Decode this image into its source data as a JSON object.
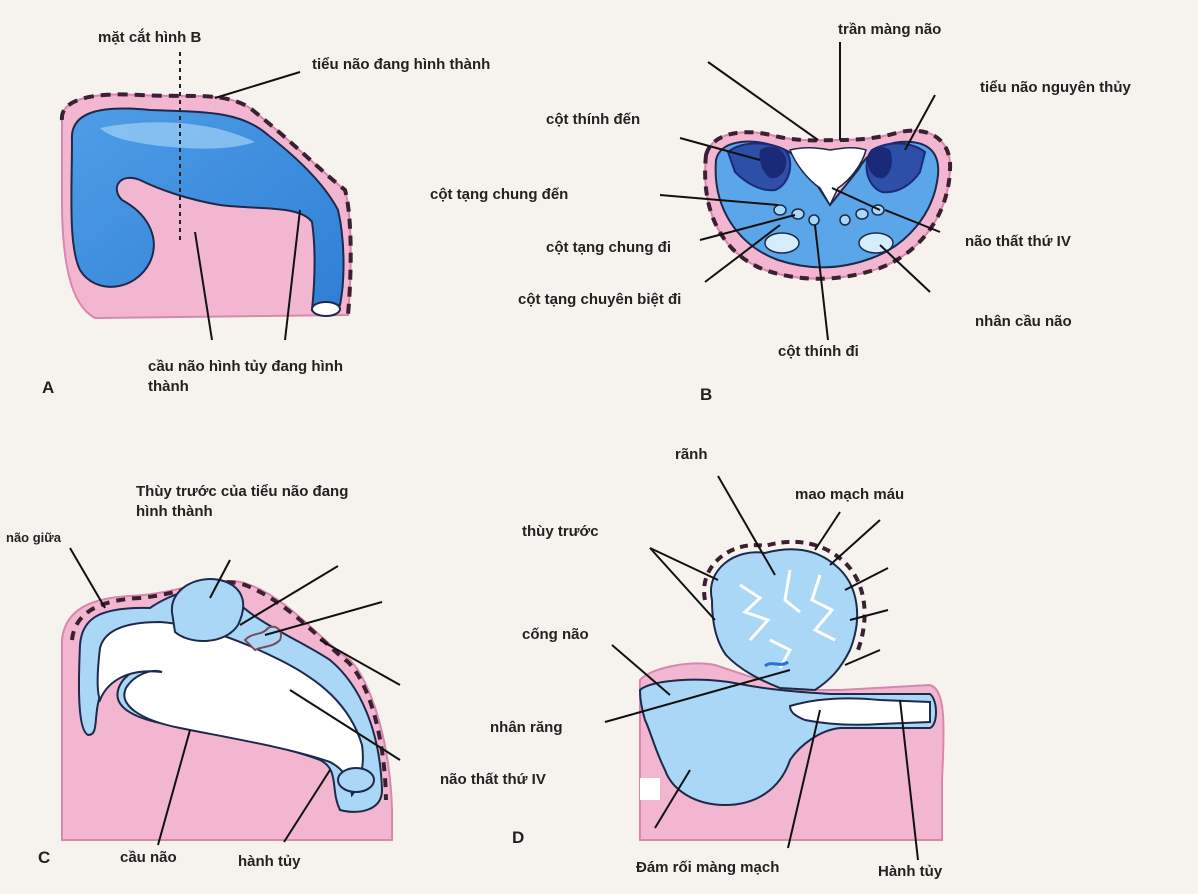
{
  "panels": {
    "a": {
      "letter": "A",
      "label_section": "mặt cắt hình B",
      "label_cerebellum_forming": "tiểu não đang hình thành",
      "label_pons_medulla_forming": "cầu não hình tủy đang hình thành"
    },
    "b": {
      "letter": "B",
      "label_roof": "trần màng não",
      "label_primitive_cerebellum": "tiểu não nguyên thủy",
      "label_somatic_afferent": "cột thính đến",
      "label_visceral_afferent": "cột tạng chung đến",
      "label_general_visceral_efferent": "cột tạng chung đi",
      "label_special_visceral_efferent": "cột tạng chuyên biệt đi",
      "label_fourth_ventricle": "não thất thứ IV",
      "label_pontine_nuclei": "nhân cầu não",
      "label_somatic_efferent": "cột thính đi"
    },
    "c": {
      "letter": "C",
      "label_midbrain": "não giữa",
      "label_anterior_lobe": "Thùy trước của tiểu não đang hình thành",
      "label_fourth_ventricle": "não thất thứ IV",
      "label_pons": "cầu não",
      "label_medulla": "hành tủy"
    },
    "d": {
      "letter": "D",
      "label_fissure": "rãnh",
      "label_blood_vessels": "mao mạch máu",
      "label_anterior_lobe": "thùy trước",
      "label_aqueduct": "cống não",
      "label_dentate": "nhân răng",
      "label_choroid_plexus": "Đám rối màng mạch",
      "label_medulla": "Hành tủy"
    }
  },
  "colors": {
    "pink": "#f2b6d0",
    "pink_edge": "#d887ad",
    "blue": "#62acea",
    "blue_light": "#a9d7f5",
    "blue_dark": "#2d4fa8",
    "navy": "#1b2a78",
    "outline": "#1d2a4a"
  }
}
